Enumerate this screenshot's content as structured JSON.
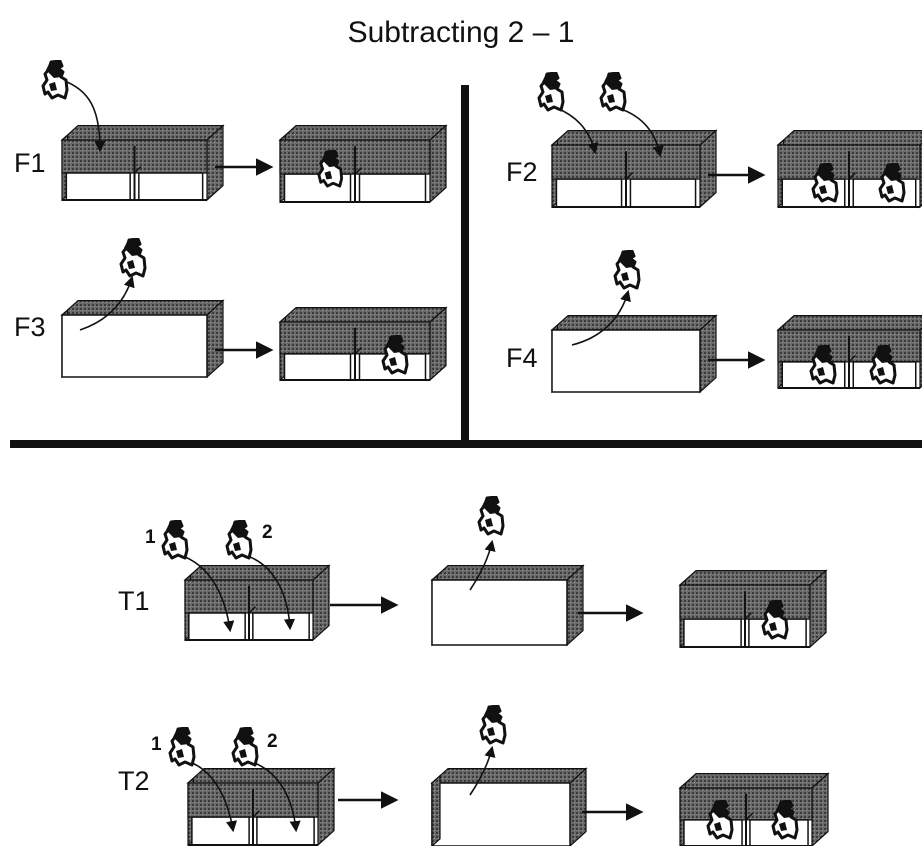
{
  "title": "Subtracting 2 – 1",
  "panels": {
    "F1": "F1",
    "F2": "F2",
    "F3": "F3",
    "F4": "F4",
    "T1": "T1",
    "T2": "T2"
  },
  "order_labels": {
    "first": "1",
    "second": "2"
  },
  "colors": {
    "ink": "#111111",
    "screen_fill": "#6a6a6a",
    "screen_dot": "#3a3a3a",
    "background": "#ffffff"
  }
}
